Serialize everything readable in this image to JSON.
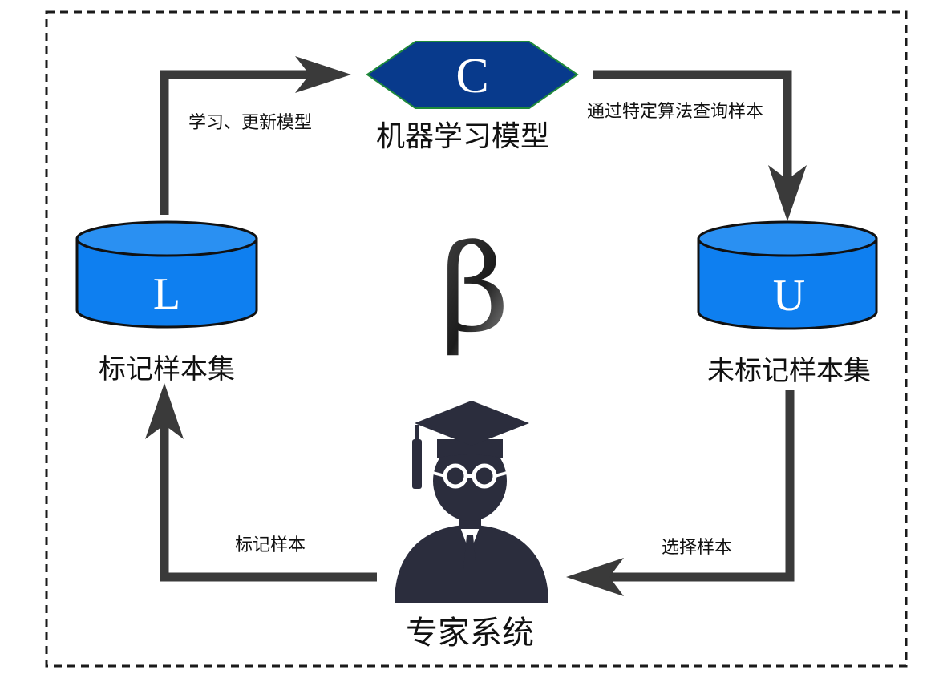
{
  "model": {
    "letter": "C",
    "label": "机器学习模型"
  },
  "labeled_set": {
    "letter": "L",
    "label": "标记样本集"
  },
  "unlabeled_set": {
    "letter": "U",
    "label": "未标记样本集"
  },
  "expert": {
    "label": "专家系统"
  },
  "center_symbol": "β",
  "edges": {
    "learn_update": "学习、更新模型",
    "query_samples": "通过特定算法查询样本",
    "select_samples": "选择样本",
    "label_samples": "标记样本"
  },
  "colors": {
    "model_fill": "#083a8c",
    "model_stroke": "#1f8a3a",
    "cylinder_fill": "#0e7ff0",
    "cylinder_top": "#2a90f2",
    "arrow": "#3a3a3a",
    "expert": "#2b2d3d",
    "border": "#1a1a1a"
  }
}
